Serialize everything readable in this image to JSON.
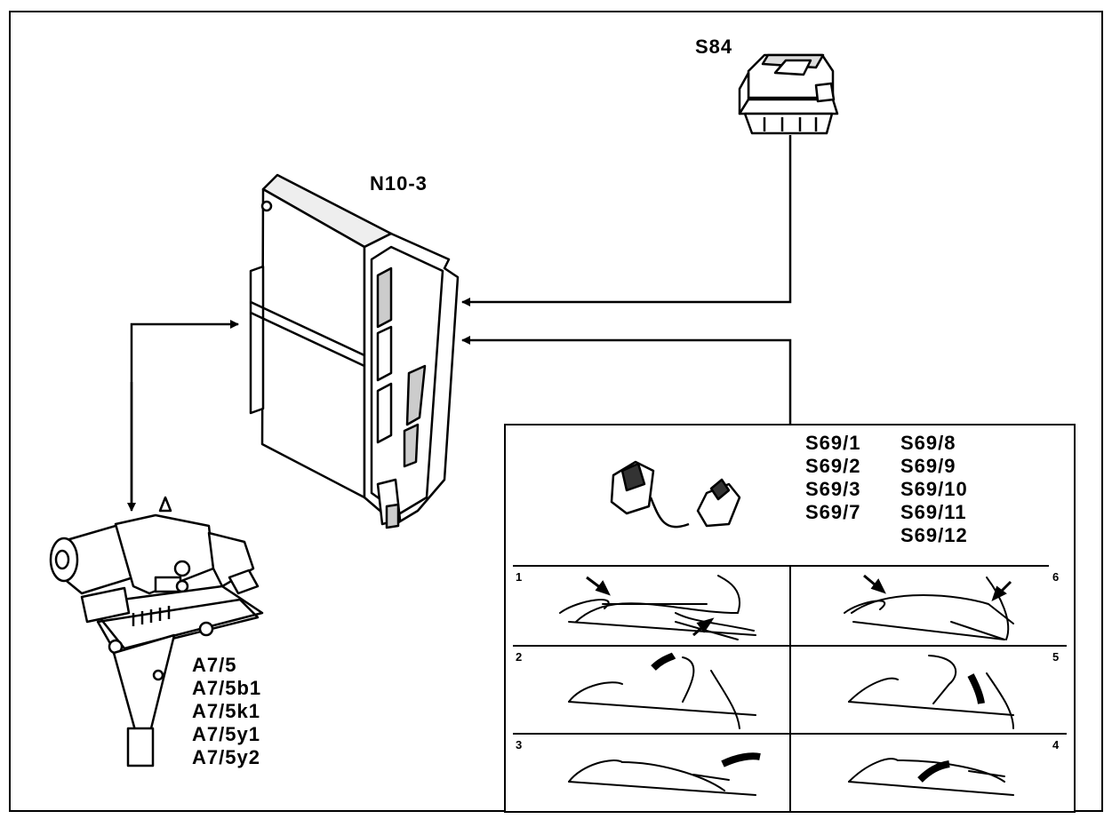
{
  "labels": {
    "s84": "S84",
    "n10_3": "N10-3"
  },
  "a7_labels": [
    "A7/5",
    "A7/5b1",
    "A7/5k1",
    "A7/5y1",
    "A7/5y2"
  ],
  "s69_left": [
    "S69/1",
    "S69/2",
    "S69/3",
    "S69/7"
  ],
  "s69_right": [
    "S69/8",
    "S69/9",
    "S69/10",
    "S69/11",
    "S69/12"
  ],
  "steps": [
    "1",
    "2",
    "3",
    "4",
    "5",
    "6"
  ],
  "colors": {
    "line": "#000000",
    "background": "#ffffff"
  }
}
